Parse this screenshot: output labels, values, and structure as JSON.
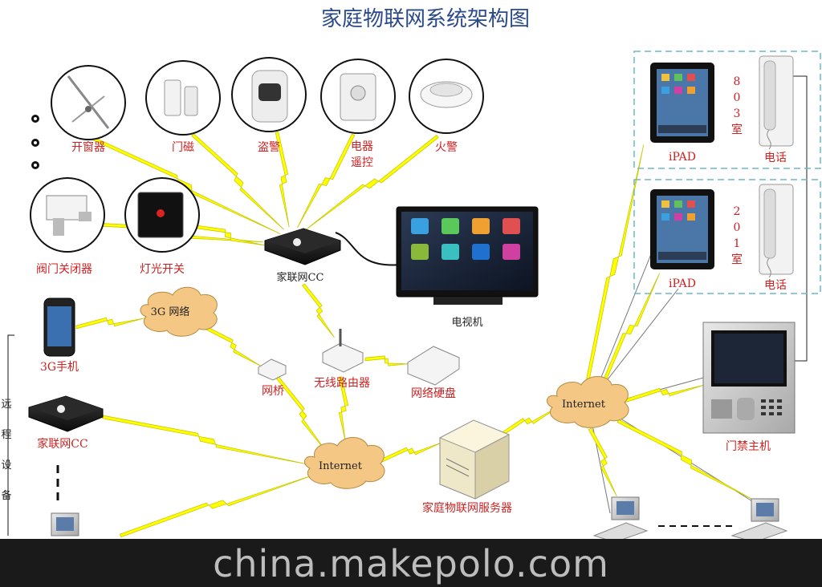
{
  "title": "家庭物联网系统架构图",
  "watermark": "china.makepolo.com",
  "colors": {
    "title": "#2a4a8a",
    "label": "#cc2222",
    "bolt": "#ffff00",
    "cloud": "#f4c784",
    "dashed_box": "#6fb7c9"
  },
  "sensors": {
    "window_opener": "开窗器",
    "door_sensor": "门磁",
    "burglar_alarm": "盗警",
    "appliance_line1": "电器",
    "appliance_line2": "遥控",
    "fire_alarm": "火警",
    "valve_closer": "阀门关闭器",
    "light_switch": "灯光开关"
  },
  "hub": {
    "label": "家联网CC"
  },
  "tv": {
    "label": "电视机"
  },
  "cloud_3g": {
    "label": "3G 网络"
  },
  "phone": {
    "label": "3G手机"
  },
  "bridge": {
    "label": "网桥"
  },
  "router": {
    "label": "无线路由器"
  },
  "nas": {
    "label": "网络硬盘"
  },
  "remote": {
    "hub_label": "家联网CC",
    "group_label": [
      "远",
      "程",
      "设",
      "备"
    ]
  },
  "cloud_internet_left": {
    "label": "Internet"
  },
  "cloud_internet_right": {
    "label": "Internet"
  },
  "server": {
    "label": "家庭物联网服务器"
  },
  "apartment_803": {
    "room": [
      "8",
      "0",
      "3",
      "室"
    ],
    "ipad_label": "iPAD",
    "phone_label": "电话"
  },
  "apartment_201": {
    "room": [
      "2",
      "0",
      "1",
      "室"
    ],
    "ipad_label": "iPAD",
    "phone_label": "电话"
  },
  "door_host": {
    "label": "门禁主机"
  }
}
